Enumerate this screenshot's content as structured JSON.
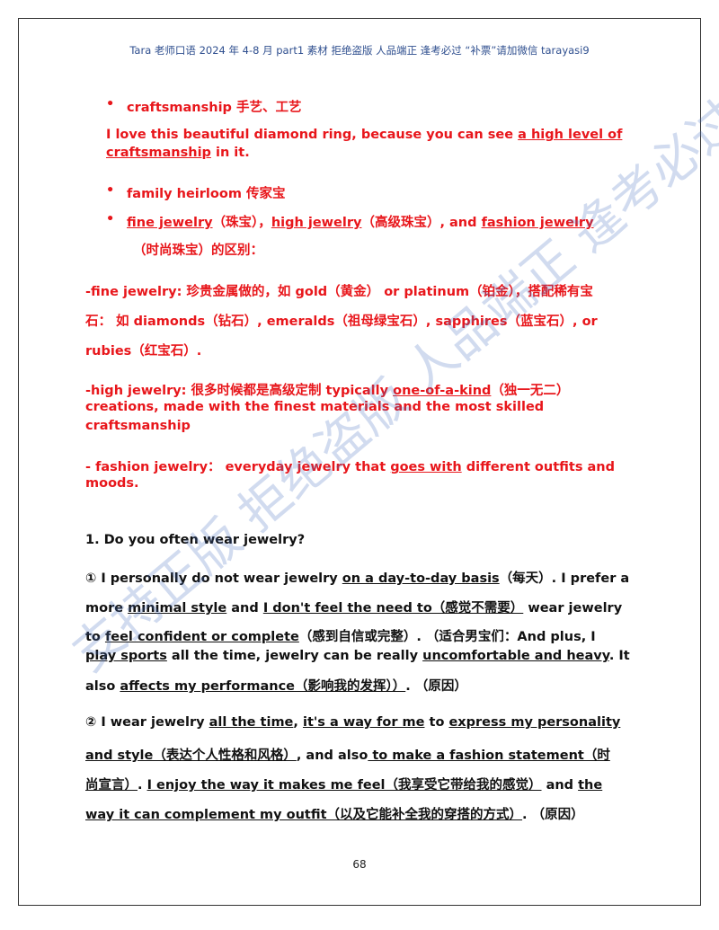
{
  "header": "Tara 老师口语 2024 年 4-8 月 part1 素材  拒绝盗版 人品端正 逢考必过 “补票”请加微信 tarayasi9",
  "watermark": "支持正版 拒绝盗版 人品端正 逢考必过",
  "bullets": {
    "b1": "craftsmanship 手艺、工艺",
    "b1_sentence_a": "I love this beautiful diamond ring, because you can see ",
    "b1_sentence_u1": "a high level of",
    "b1_sentence_u2": "craftsmanship",
    "b1_sentence_b": " in it.",
    "b2": "family heirloom 传家宝",
    "b3_u1": "fine jewelry",
    "b3_t1": "（珠宝），",
    "b3_u2": "high jewelry",
    "b3_t2": "（高级珠宝）, and ",
    "b3_u3": "fashion jewelry",
    "b3_line2": "（时尚珠宝）的区别："
  },
  "fine": {
    "l1": "-fine jewelry: 珍贵金属做的，如 gold（黄金） or platinum（铂金），搭配稀有宝",
    "l2": "石： 如 diamonds（钻石）, emeralds（祖母绿宝石）, sapphires（蓝宝石）, or",
    "l3": "rubies（红宝石）."
  },
  "high": {
    "l1a": "-high jewelry: 很多时候都是高级定制 typically ",
    "l1u": "one-of-a-kind",
    "l1b": "（独一无二）",
    "l2": "creations, made with the finest materials and the most skilled",
    "l3": "craftsmanship"
  },
  "fashion": {
    "l1a": "- fashion jewelry：  everyday jewelry that ",
    "l1u": "goes with",
    "l1b": " different outfits and",
    "l2": "moods."
  },
  "question": "1. Do you often wear jewelry?",
  "ans1": {
    "l1a": "① I personally do not wear jewelry ",
    "l1u": "on a day-to-day basis",
    "l1b": "（每天）. I prefer a",
    "l2a": "more ",
    "l2u1": "minimal style",
    "l2b": " and ",
    "l2u2": "I don't feel the need to（感觉不需要）",
    "l2c": " wear jewelry",
    "l3a": "to ",
    "l3u": "feel confident or complete",
    "l3b": "（感到自信或完整）. （适合男宝们：And plus, I",
    "l4u1": "play sports",
    "l4a": " all the time, jewelry can be really ",
    "l4u2": "uncomfortable and heavy",
    "l4b": ". It",
    "l5a": "also ",
    "l5u": "affects my performance（影响我的发挥））",
    "l5b": ". （原因）"
  },
  "ans2": {
    "l1a": "② I wear jewelry ",
    "l1u1": "all the time",
    "l1b": ", ",
    "l1u2": "it's a way for me",
    "l1c": " to ",
    "l1u3": "express my personality",
    "l2u1": "and style（表达个人性格和风格）",
    "l2a": ", and also",
    "l2u2": " to make a fashion statement（时",
    "l3u1": "尚宣言）",
    "l3a": ". ",
    "l3u2": "I enjoy the way it makes me feel（我享受它带给我的感觉）",
    "l3b": " and ",
    "l3u3": "the",
    "l4u": "way it can complement my outfit（以及它能补全我的穿搭的方式）",
    "l4a": ". （原因）"
  },
  "page_number": "68"
}
